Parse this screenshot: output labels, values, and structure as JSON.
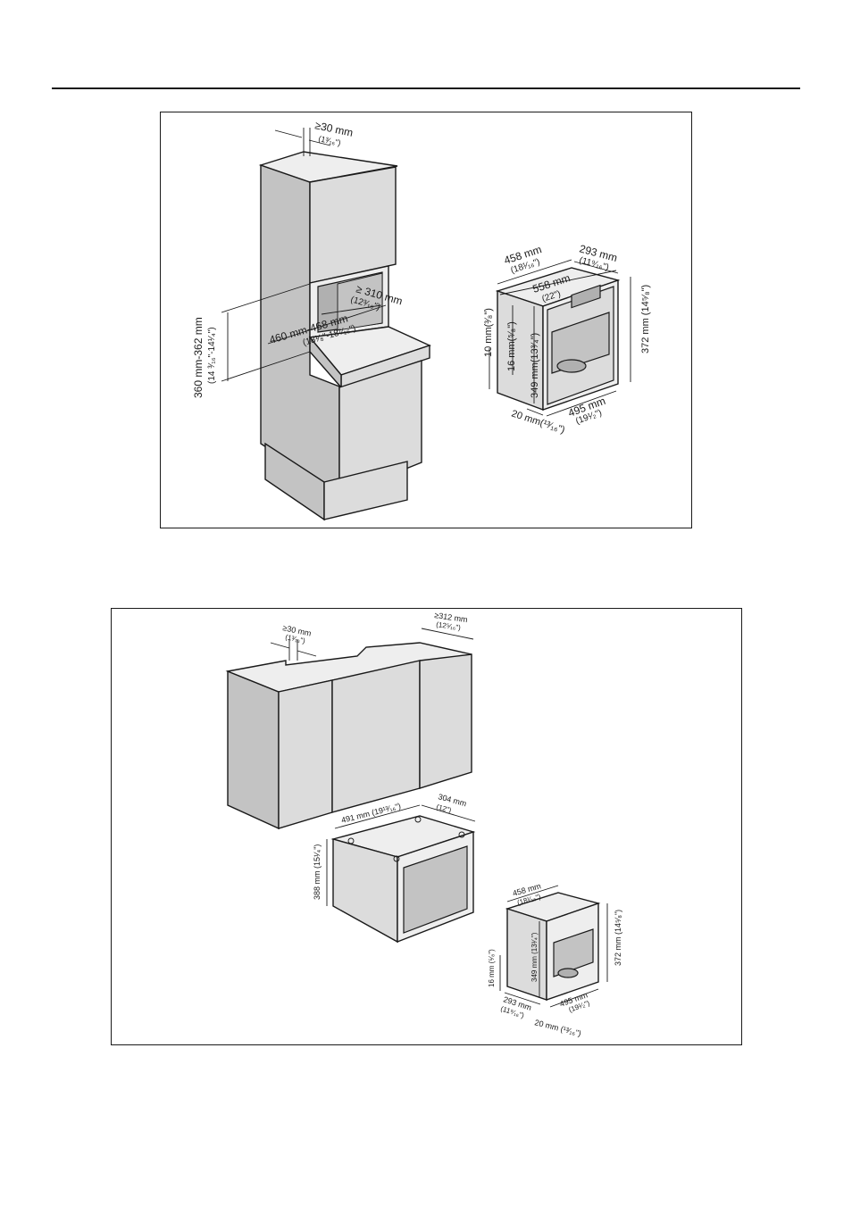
{
  "figure1": {
    "gap_top": "≥30 mm",
    "gap_top_in": "(1³⁄₁₆\")",
    "niche_height": "360 mm-362 mm",
    "niche_height_in": "(14 ³⁄₁₆\"-14¹⁄₄\")",
    "niche_width": "460 mm-468 mm",
    "niche_width_in": "(18¹⁄₈\"-18⁷⁄₁₆\")",
    "niche_depth": "≥ 310 mm",
    "niche_depth_in": "(12³⁄₁₆\")",
    "machine": {
      "width": "458 mm",
      "width_in": "(18¹⁄₁₆\")",
      "top_depth": "293 mm",
      "top_depth_in": "(11⁹⁄₁₆\")",
      "depth": "558 mm",
      "depth_in": "(22\")",
      "front_height": "372 mm (14⁵⁄₈\")",
      "inner_height": "349 mm(13³⁄₄\")",
      "offset_16": "16 mm(⁵⁄₈\")",
      "offset_10": "10 mm(³⁄₈\")",
      "base_width": "495 mm",
      "base_width_in": "(19¹⁄₂\")",
      "frame_depth": "20 mm(¹³⁄₁₆\")"
    }
  },
  "figure2": {
    "gap_top": "≥30 mm",
    "gap_top_in": "(1³⁄₁₆\")",
    "cabinet_depth": "≥312 mm",
    "cabinet_depth_in": "(12⁵⁄₁₆\")",
    "housing_width": "491 mm (19¹³⁄₁₆\")",
    "housing_depth": "304 mm",
    "housing_depth_in": "(12\")",
    "housing_height": "388 mm (15¹⁄₄\")",
    "machine": {
      "width": "458 mm",
      "width_in": "(18¹⁄₁₆\")",
      "front_height": "372 mm (14⁵⁄₈\")",
      "inner_height": "349 mm (13³⁄₄\")",
      "offset_16": "16 mm (⁵⁄₈\")",
      "top_depth": "293 mm",
      "top_depth_in": "(11⁹⁄₁₆\")",
      "base_width": "495 mm",
      "base_width_in": "(19¹⁄₂\")",
      "frame_depth": "20 mm (¹³⁄₁₆\")"
    }
  }
}
